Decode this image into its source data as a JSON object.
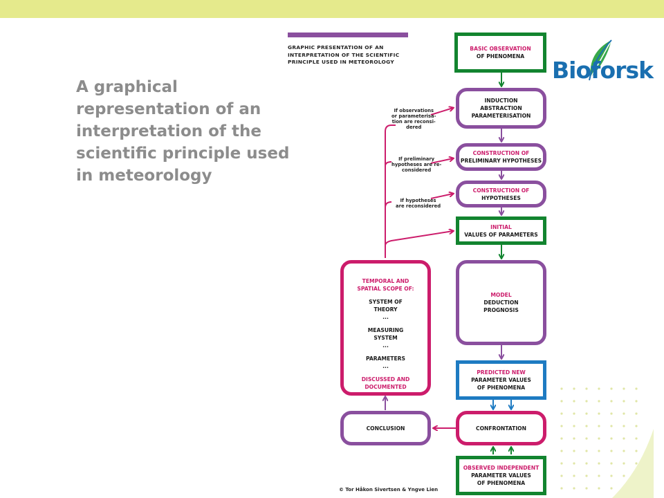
{
  "slide_title": "A graphical representation of an interpretation of the scientific principle used in meteorology",
  "caption": {
    "line1": "GRAPHIC PRESENTATION OF AN",
    "line2": "INTERPRETATION OF THE SCIENTIFIC",
    "line3": "PRINCIPLE USED IN METEOROLOGY"
  },
  "nodes": {
    "basic_observation": {
      "line1": "BASIC OBSERVATION",
      "line2": "OF PHENOMENA"
    },
    "induction": {
      "line1": "INDUCTION",
      "line2": "ABSTRACTION",
      "line3": "PARAMETERISATION"
    },
    "preliminary": {
      "line1": "CONSTRUCTION OF",
      "line2": "PRELIMINARY HYPOTHESES"
    },
    "hypotheses": {
      "line1": "CONSTRUCTION OF",
      "line2": "HYPOTHESES"
    },
    "initial": {
      "line1": "INITIAL",
      "line2": "VALUES OF PARAMETERS"
    },
    "model": {
      "line1": "MODEL",
      "line2": "DEDUCTION",
      "line3": "PROGNOSIS"
    },
    "predicted": {
      "line1": "PREDICTED NEW",
      "line2": "PARAMETER VALUES",
      "line3": "OF PHENOMENA"
    },
    "confrontation": {
      "label": "CONFRONTATION"
    },
    "observed": {
      "line1": "OBSERVED INDEPENDENT",
      "line2": "PARAMETER VALUES",
      "line3": "OF PHENOMENA"
    },
    "conclusion": {
      "label": "CONCLUSION"
    },
    "scope": {
      "line1": "TEMPORAL  AND",
      "line2": "SPATIAL SCOPE OF:",
      "line3": "SYSTEM OF",
      "line4": "THEORY",
      "line5": "...",
      "line6": "MEASURING",
      "line7": "SYSTEM",
      "line8": "...",
      "line9": "PARAMETERS",
      "line10": "...",
      "line11": "DISCUSSED AND",
      "line12": "DOCUMENTED"
    }
  },
  "conditions": {
    "c1": {
      "line1": "If observations",
      "line2": "or parameterisa-",
      "line3": "tion are reconsi-",
      "line4": "dered"
    },
    "c2": {
      "line1": "If preliminary",
      "line2": "hypotheses are re-",
      "line3": "considered"
    },
    "c3": {
      "line1": "If hypotheses",
      "line2": "are reconsidered"
    }
  },
  "credit": "© Tor Håkon Sivertsen & Yngve Lien",
  "logo": {
    "text": "Bioforsk"
  },
  "colors": {
    "green": "#12842f",
    "purple": "#8a4f9e",
    "pink": "#cc1c6b",
    "blue": "#1e7bc2",
    "title_gray": "#8c8c8c",
    "top_band": "#e5ea8c",
    "dots": "#e0e6a6"
  }
}
